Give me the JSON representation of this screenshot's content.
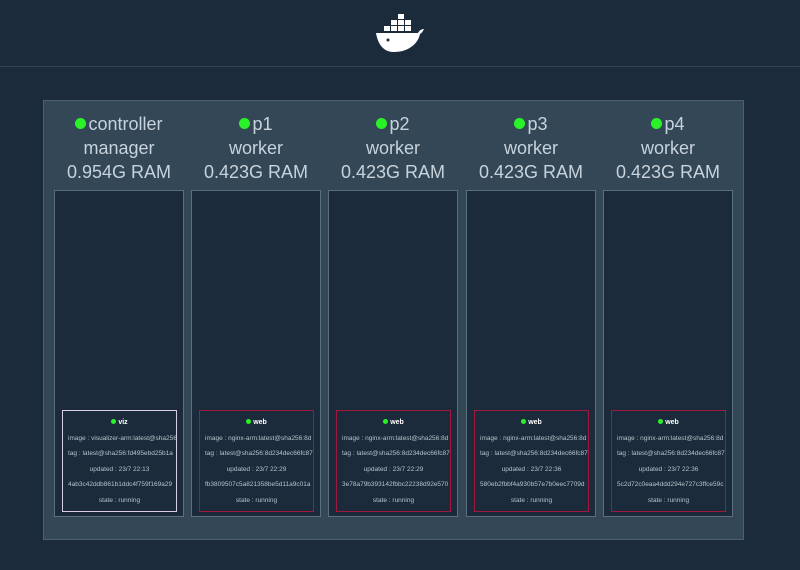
{
  "header": {
    "logo_icon": "docker-whale-icon"
  },
  "colors": {
    "background": "#1b2b3b",
    "cluster": "#344757",
    "status_dot": "#29f229",
    "task_border": "#a0183e",
    "viz_task_border": "#d9cfe6"
  },
  "nodes": [
    {
      "name": "controller",
      "role": "manager",
      "ram": "0.954G RAM",
      "task": {
        "name": "viz",
        "image": "image : visualizer-arm:latest@sha256:",
        "tag": "tag : latest@sha256:fd495ebd25b1a",
        "updated": "updated : 23/7 22:13",
        "id": "4ab3c42ddb861b1ddc4f759f169a29",
        "state": "state : running"
      }
    },
    {
      "name": "p1",
      "role": "worker",
      "ram": "0.423G RAM",
      "task": {
        "name": "web",
        "image": "image : nginx-arm:latest@sha256:8d",
        "tag": "tag : latest@sha256:8d234dec66fc87",
        "updated": "updated : 23/7 22:29",
        "id": "fb3809507c5a821358be5d11a9c01a",
        "state": "state : running"
      }
    },
    {
      "name": "p2",
      "role": "worker",
      "ram": "0.423G RAM",
      "task": {
        "name": "web",
        "image": "image : nginx-arm:latest@sha256:8d",
        "tag": "tag : latest@sha256:8d234dec66fc87",
        "updated": "updated : 23/7 22:29",
        "id": "3e78a79b393142fbbc22238d92e570",
        "state": "state : running"
      }
    },
    {
      "name": "p3",
      "role": "worker",
      "ram": "0.423G RAM",
      "task": {
        "name": "web",
        "image": "image : nginx-arm:latest@sha256:8d",
        "tag": "tag : latest@sha256:8d234dec66fc87",
        "updated": "updated : 23/7 22:36",
        "id": "580eb2fbbf4a930b57e7b0eec7709d",
        "state": "state : running"
      }
    },
    {
      "name": "p4",
      "role": "worker",
      "ram": "0.423G RAM",
      "task": {
        "name": "web",
        "image": "image : nginx-arm:latest@sha256:8d",
        "tag": "tag : latest@sha256:8d234dec66fc87",
        "updated": "updated : 23/7 22:36",
        "id": "5c2d72c0eaa4ddd294e727c3ffce59c",
        "state": "state : running"
      }
    }
  ]
}
